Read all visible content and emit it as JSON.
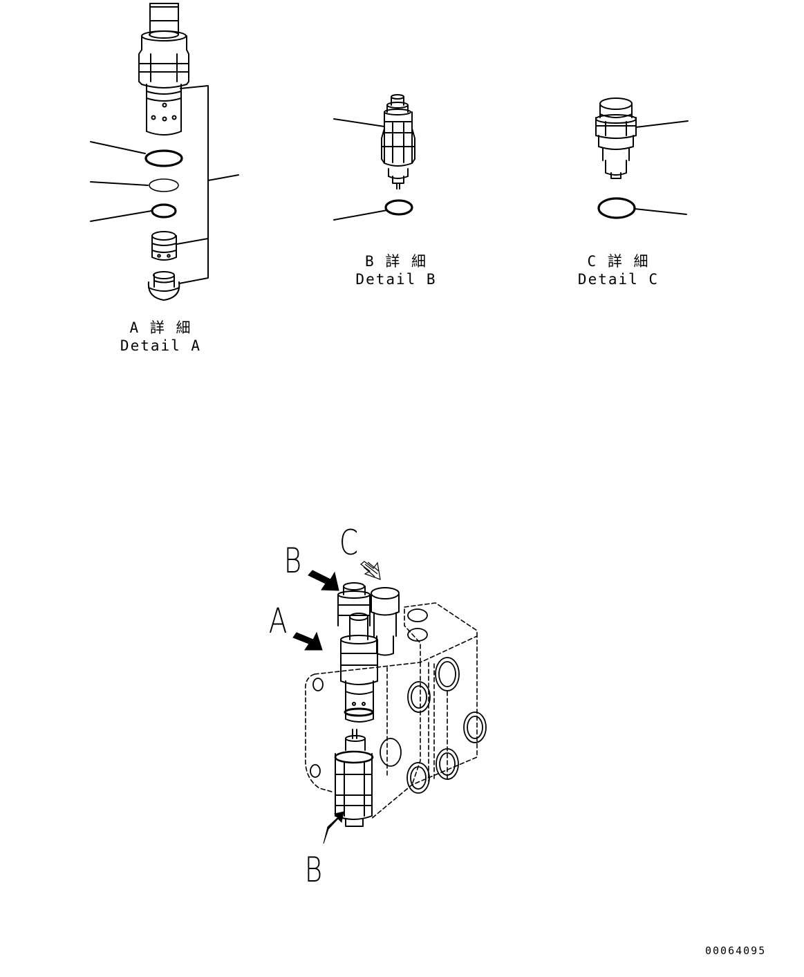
{
  "details": {
    "a": {
      "jp": "A 詳 細",
      "en": "Detail A"
    },
    "b": {
      "jp": "B 詳 細",
      "en": "Detail B"
    },
    "c": {
      "jp": "C 詳 細",
      "en": "Detail C"
    }
  },
  "callouts": {
    "b_top": "B",
    "c": "C",
    "a": "A",
    "b_bottom": "B"
  },
  "document_number": "00064095"
}
